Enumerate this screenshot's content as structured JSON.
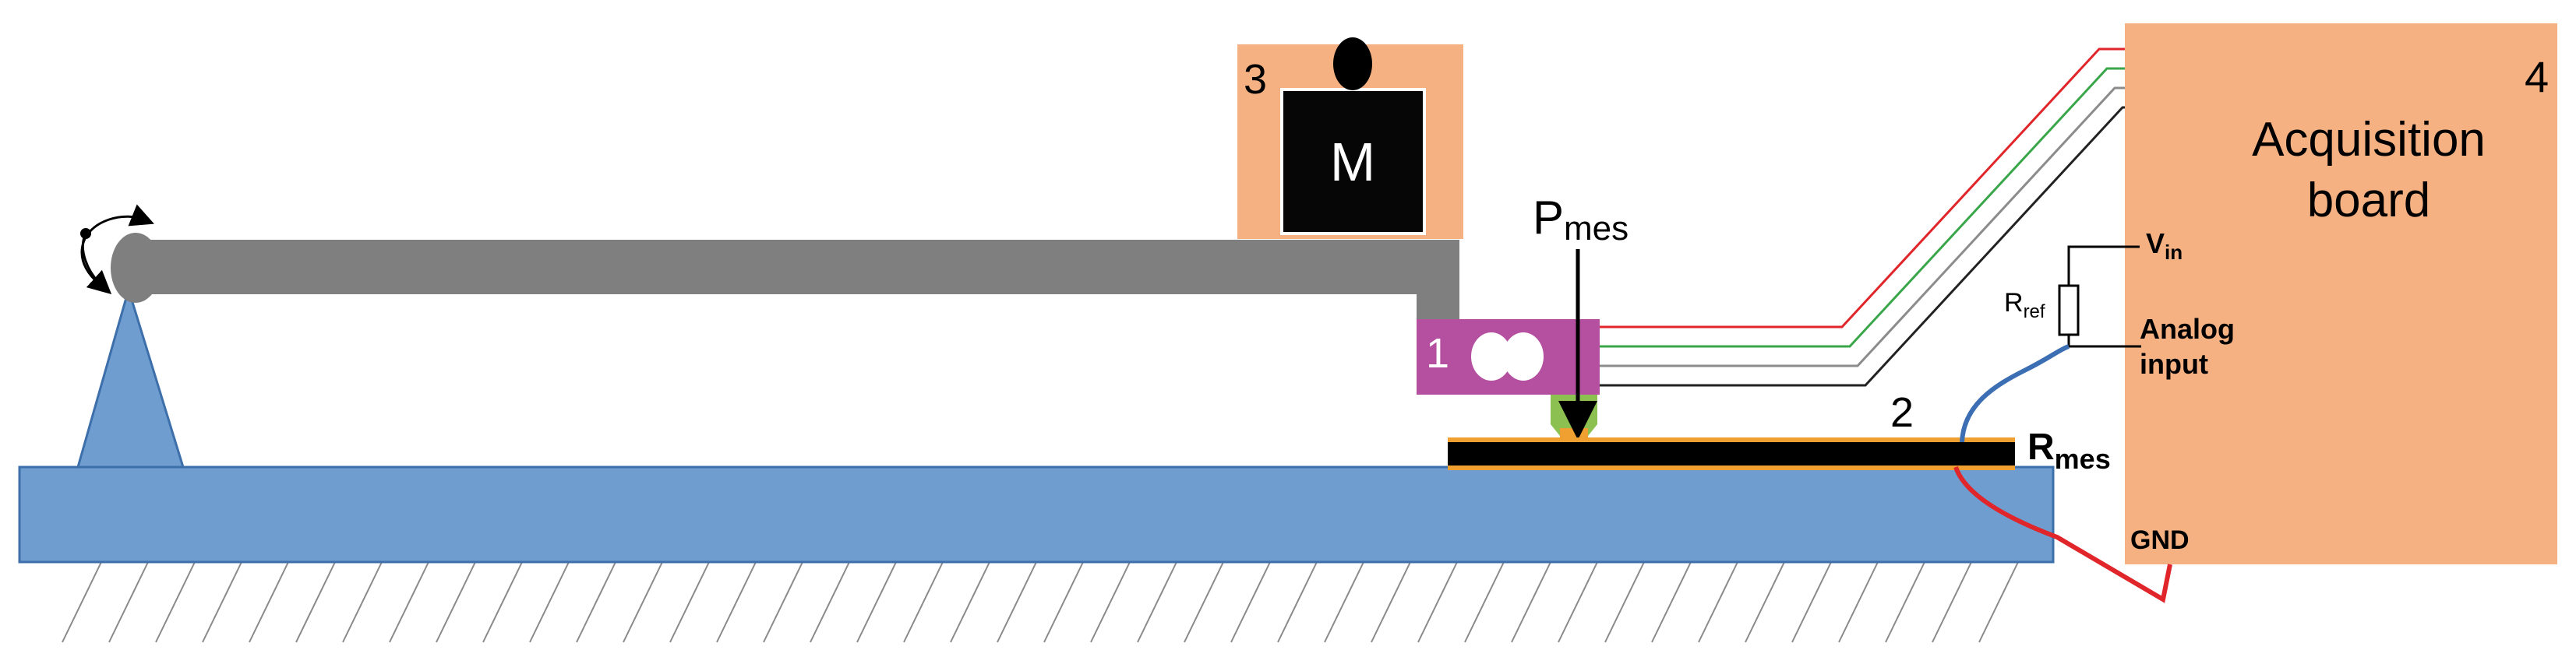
{
  "labels": {
    "sensor_number": "1",
    "sample_number": "2",
    "motor_number": "3",
    "board_number": "4",
    "motor_letter": "M",
    "board_title_line1": "Acquisition",
    "board_title_line2": "board",
    "pressure_main": "P",
    "pressure_sub": "mes",
    "rmes_main": "R",
    "rmes_sub": "mes",
    "vin_main": "V",
    "vin_sub": "in",
    "rref_main": "R",
    "rref_sub": "ref",
    "analog_line1": "Analog",
    "analog_line2": "input",
    "gnd": "GND"
  },
  "colors": {
    "base": "#6f9dcf",
    "base_stroke": "#3d6faa",
    "arm": "#7f7f7f",
    "motor_frame": "#f6b183",
    "motor_body": "#060606",
    "sensor": "#b4509f",
    "tip": "#8cc152",
    "sample_edge": "#f0a030",
    "sample_core": "#000000",
    "board": "#f6b183",
    "wire_red": "#e0262a",
    "wire_green": "#3aa64a",
    "wire_gray": "#8c8c8c",
    "wire_black": "#222222",
    "wire_blue": "#3c6eb4"
  }
}
